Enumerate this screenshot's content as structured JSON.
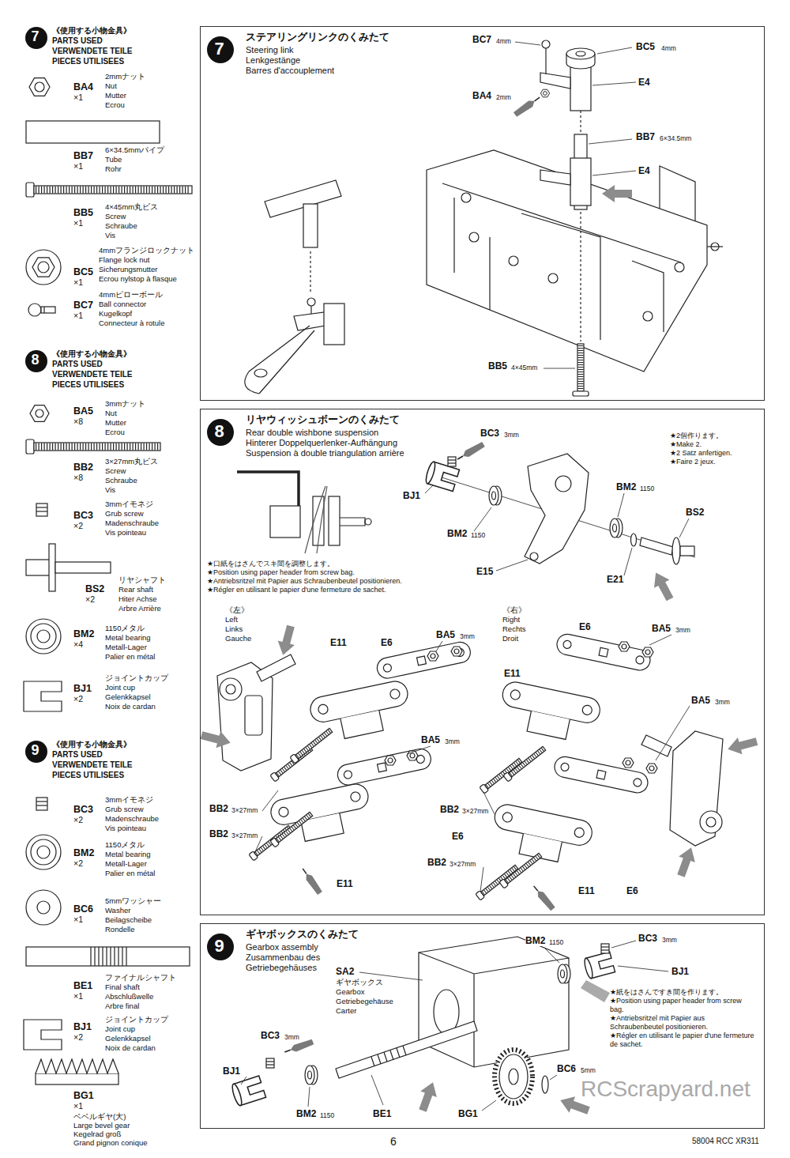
{
  "diagram": {
    "nodes": [
      {
        "text": [
          "7",
          "《使用する小物金具》",
          "PARTS USED",
          "VERWENDETE TEILE",
          "PIECES UTILISEES"
        ]
      },
      {
        "text": [
          "8",
          "《使用する小物金具》",
          "PARTS USED",
          "VERWENDETE TEILE",
          "PIECES UTILISEES"
        ]
      },
      {
        "text": [
          "9",
          "《使用する小物金具》",
          "PARTS USED",
          "VERWENDETE TEILE",
          "PIECES UTILISEES"
        ]
      },
      {
        "text": [
          "ステアリングリンクのくみたて",
          "Steering link",
          "Lenkgestänge",
          "Barres d'accouplement"
        ]
      },
      {
        "text": [
          "7"
        ],
        "in": 3
      },
      {
        "text": [
          "リヤウィッシュボーンのくみたて",
          "Rear double wishbone suspension",
          "Hinterer Doppelquerlenker-Aufhängung",
          "Suspension à double triangulation arrière"
        ]
      },
      {
        "text": [
          "8"
        ],
        "in": 5
      },
      {
        "text": [
          "ギヤボックスのくみたて",
          "Gearbox assembly",
          "Zusammenbau des",
          "Getriebegehäuses"
        ]
      },
      {
        "text": [
          "9"
        ],
        "in": 7
      }
    ],
    "labels": [
      "BA4",
      "×1",
      "2mmナット",
      "Nut",
      "Mutter",
      "Ecrou",
      "BB7",
      "×1",
      "6×34.5mmパイプ",
      "Tube",
      "Rohr",
      "BB5",
      "×1",
      "4×45mm丸ビス",
      "Screw",
      "Schraube",
      "Vis",
      "BC5",
      "×1",
      "4mmフランジロックナット",
      "Flange lock nut",
      "Sicherungsmutter",
      "Ecrou nylstop à flasque",
      "BC7",
      "×1",
      "4mmピローボール",
      "Ball connector",
      "Kugelkopf",
      "Connecteur à rotule",
      "BA5",
      "×8",
      "3mmナット",
      "Nut",
      "Mutter",
      "Ecrou",
      "BB2",
      "×8",
      "3×27mm丸ビス",
      "Screw",
      "Schraube",
      "Vis",
      "BC3",
      "×2",
      "3mmイモネジ",
      "Grub screw",
      "Madenschraube",
      "Vis pointeau",
      "BS2",
      "×2",
      "リヤシャフト",
      "Rear shaft",
      "Hiter Achse",
      "Arbre Arrière",
      "BM2",
      "×4",
      "1150メタル",
      "Metal bearing",
      "Metall-Lager",
      "Palier en métal",
      "BJ1",
      "×2",
      "ジョイントカップ",
      "Joint cup",
      "Gelenkkapsel",
      "Noix de cardan",
      "BC3",
      "×2",
      "3mmイモネジ",
      "Grub screw",
      "Madenschraube",
      "Vis pointeau",
      "BM2",
      "×2",
      "1150メタル",
      "Metal bearing",
      "Metall-Lager",
      "Palier en métal",
      "BC6",
      "×1",
      "5mmワッシャー",
      "Washer",
      "Beilagscheibe",
      "Rondelle",
      "BE1",
      "×1",
      "ファイナルシャフト",
      "Final shaft",
      "Abschlußwelle",
      "Arbre final",
      "BJ1",
      "×2",
      "ジョイントカップ",
      "Joint cup",
      "Gelenkkapsel",
      "Noix de cardan",
      "BG1",
      "×1",
      "ベベルギヤ(大)",
      "Large bevel gear",
      "Kegelrad groß",
      "Grand pignon conique",
      "BC7",
      "4mm",
      "BC5",
      "4mm",
      "BA4",
      "2mm",
      "E4",
      "BB7",
      "6×34.5mm",
      "E4",
      "BB5",
      "4×45mm",
      "BC3",
      "3mm",
      "★2個作ります。",
      "★Make 2.",
      "★2 Satz anfertigen.",
      "★Faire 2 jeux.",
      "BJ1",
      "BM2",
      "1150",
      "BM2",
      "1150",
      "BS2",
      "E15",
      "E21",
      "★口紙をはさんでスキ間を調整します。",
      "★Position using paper header from screw bag.",
      "★Antriebsritzel mit Papier aus Schraubenbeutel positionieren.",
      "★Régler en utilisant le papier d'une fermeture de sachet.",
      "《左》",
      "Left",
      "Links",
      "Gauche",
      "E11",
      "E6",
      "BA5",
      "3mm",
      "BA5",
      "3mm",
      "BB2",
      "3×27mm",
      "BB2",
      "3×27mm",
      "E6",
      "E11",
      "《右》",
      "Right",
      "Rechts",
      "Droit",
      "E6",
      "BA5",
      "3mm",
      "E11",
      "BA5",
      "3mm",
      "BB2",
      "3×27mm",
      "BB2",
      "3×27mm",
      "E11",
      "E6",
      "BM2",
      "1150",
      "BC3",
      "3mm",
      "BJ1",
      "SA2",
      "ギヤボックス",
      "Gearbox",
      "Getriebegehäuse",
      "Carter",
      "BC3",
      "3mm",
      "BJ1",
      "BM2",
      "1150",
      "BE1",
      "BG1",
      "BC6",
      "5mm",
      "★紙をはさんですき間を作ります。",
      "★Position using paper header from screw bag.",
      "★Antriebsritzel mit Papier aus Schraubenbeutel positionieren.",
      "★Régler en utilisant le papier d'une fermeture de sachet.",
      "6",
      "58004 RCC XR311",
      "RCScrapyard.net"
    ]
  }
}
